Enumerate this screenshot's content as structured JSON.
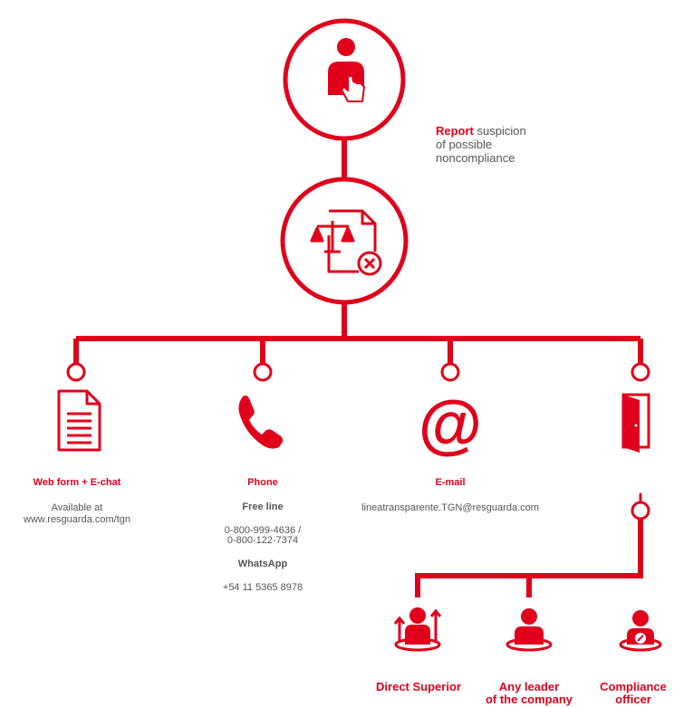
{
  "accent_color": "#e0001b",
  "report_step": {
    "bold": "Report",
    "rest_line1": " suspicion",
    "rest_line2": "of possible",
    "rest_line3": "noncompliance",
    "icon": "person-pointing-icon"
  },
  "review_step": {
    "icon": "scales-document-reject-icon"
  },
  "channels": [
    {
      "title": "Web form + E-chat",
      "icon": "document-icon",
      "line1": "Available at",
      "line2": "www.resguarda.com/tgn"
    },
    {
      "title": "Phone",
      "icon": "phone-icon",
      "free_line_label": "Free line",
      "numbers_line1": "0-800-999-4636 /",
      "numbers_line2": "0-800-122-7374",
      "whatsapp_label": "WhatsApp",
      "whatsapp_number": "+54 11 5365 8978"
    },
    {
      "title": "E-mail",
      "icon": "at-sign-icon",
      "address": "lineatransparente.TGN@resguarda.com"
    },
    {
      "title": "",
      "icon": "open-door-icon"
    }
  ],
  "in_person": [
    {
      "line1": "Direct Superior",
      "line2": "",
      "icon": "superior-person-icon"
    },
    {
      "line1": "Any leader",
      "line2": "of the company",
      "icon": "leader-person-icon"
    },
    {
      "line1": "Compliance",
      "line2": "officer",
      "icon": "compliance-officer-icon"
    }
  ]
}
